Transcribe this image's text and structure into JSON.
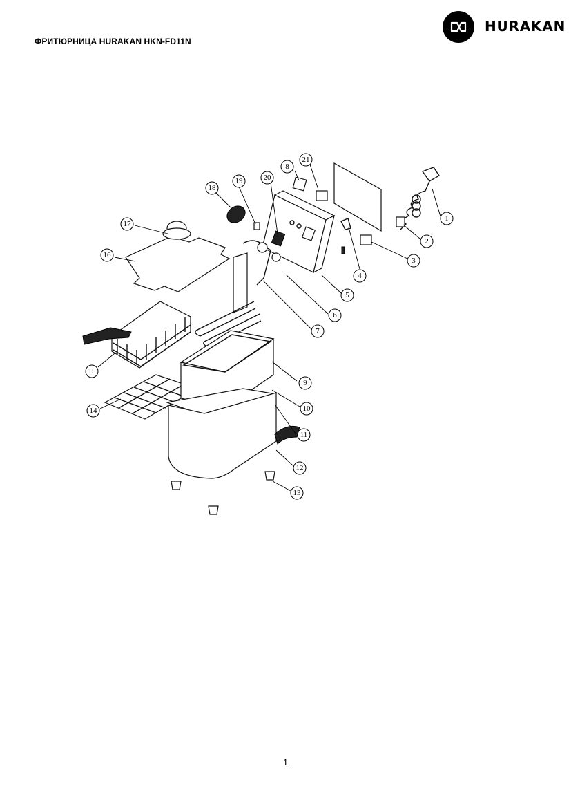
{
  "header": {
    "title": "ФРИТЮРНИЦА HURAKAN HKN-FD11N",
    "logo_text": "HURAKAN"
  },
  "diagram": {
    "callouts": [
      "1",
      "2",
      "3",
      "4",
      "5",
      "6",
      "7",
      "8",
      "9",
      "10",
      "11",
      "12",
      "13",
      "14",
      "15",
      "16",
      "17",
      "18",
      "19",
      "20",
      "21"
    ]
  },
  "footer": {
    "page_number": "1"
  }
}
